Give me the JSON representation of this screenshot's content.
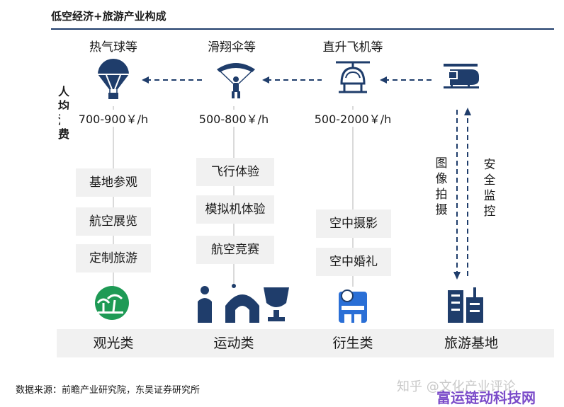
{
  "title": "低空经济+旅游产业构成",
  "side_label": "人均消费",
  "tiers": [
    {
      "name": "热气球等",
      "price": "700-900￥/h",
      "icon": "hot-air-balloon-icon",
      "activities": [
        "基地参观",
        "航空展览",
        "定制旅游"
      ],
      "category": "观光类",
      "category_icon": "palm-island-icon"
    },
    {
      "name": "滑翔伞等",
      "price": "500-800￥/h",
      "icon": "paraglider-icon",
      "activities": [
        "飞行体验",
        "模拟机体验",
        "航空竞赛"
      ],
      "category": "运动类",
      "category_icon": "sports-trophy-icon"
    },
    {
      "name": "直升飞机等",
      "price": "500-2000￥/h",
      "icon": "helicopter-icon",
      "activities": [
        "空中摄影",
        "空中婚礼"
      ],
      "category": "衍生类",
      "category_icon": "camera-machine-icon"
    }
  ],
  "base": {
    "category": "旅游基地",
    "up_label": "图像拍摄",
    "down_label": "安全监控",
    "icon": "building-icon",
    "top_icon": "helicopter-icon"
  },
  "source": "数据来源：前瞻产业研究院，东吴证券研究所",
  "watermark": "知乎 @文化产业评论",
  "watermark2": "富运链动科技网",
  "colors": {
    "accent": "#1f3d6b",
    "green": "#1e9a55",
    "box": "#f1f1f1"
  }
}
